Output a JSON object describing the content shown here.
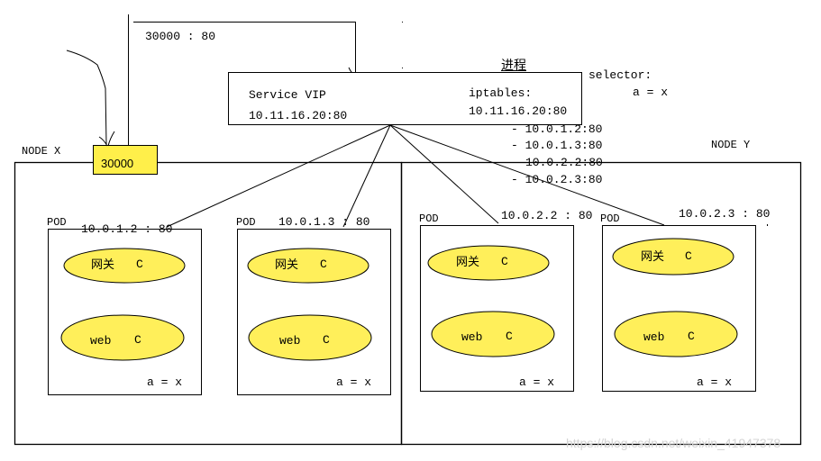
{
  "ingress": {
    "port_mapping": "30000 : 80",
    "nodeport_label": "30000"
  },
  "service": {
    "title": "Service VIP",
    "vip": "10.11.16.20:80",
    "process_label": "进程",
    "iptables_title": "iptables:",
    "iptables_vip": "10.11.16.20:80",
    "endpoints": [
      "- 10.0.1.2:80",
      "- 10.0.1.3:80",
      "10.0.2.2:80",
      "- 10.0.2.3:80"
    ]
  },
  "selector": {
    "title": "selector:",
    "rule": "a = x"
  },
  "nodes": [
    {
      "label": "NODE X",
      "pods": [
        {
          "label": "POD",
          "address": "10.0.1.2 : 80",
          "containers": [
            {
              "name": "网关",
              "tag": "C"
            },
            {
              "name": "web",
              "tag": "C"
            }
          ],
          "labels": "a = x"
        },
        {
          "label": "POD",
          "address": "10.0.1.3 : 80",
          "containers": [
            {
              "name": "网关",
              "tag": "C"
            },
            {
              "name": "web",
              "tag": "C"
            }
          ],
          "labels": "a = x"
        }
      ]
    },
    {
      "label": "NODE Y",
      "pods": [
        {
          "label": "POD",
          "address": "10.0.2.2 : 80",
          "containers": [
            {
              "name": "网关",
              "tag": "C"
            },
            {
              "name": "web",
              "tag": "C"
            }
          ],
          "labels": "a = x"
        },
        {
          "label": "POD",
          "address": "10.0.2.3 : 80",
          "containers": [
            {
              "name": "网关",
              "tag": "C"
            },
            {
              "name": "web",
              "tag": "C"
            }
          ],
          "labels": "a = x"
        }
      ]
    }
  ],
  "colors": {
    "container_fill": "#ffef5a",
    "nodeport_fill": "#ffef4a",
    "stroke": "#000000",
    "watermark": "#d4d4d4"
  },
  "watermark": "https://blog.csdn.net/weixin_41947378"
}
